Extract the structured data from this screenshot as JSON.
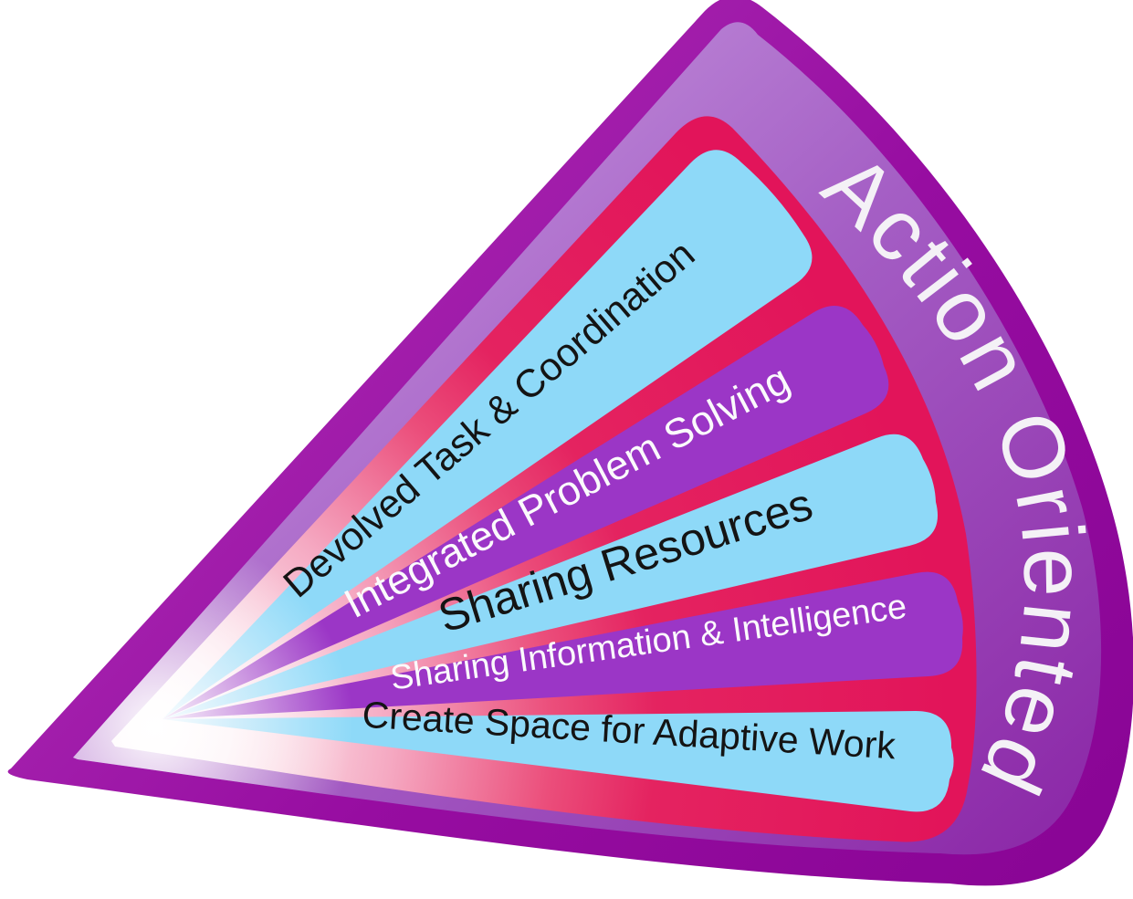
{
  "diagram": {
    "outer_label": "Action Oriented",
    "colors": {
      "border_dark": "#970da1",
      "band_light": "#a55fc5",
      "red_band": "#e2145a",
      "blue_segment": "#8ed9f8",
      "purple_segment": "#9b36c6",
      "outer_label_text": "#f4f1f6",
      "dark_text": "#141414",
      "light_text": "#fbfafc"
    },
    "segments": [
      {
        "label": "Devolved Task & Coordination",
        "color": "#8ed9f8",
        "text_color": "#141414"
      },
      {
        "label": "Integrated Problem Solving",
        "color": "#9b36c6",
        "text_color": "#fbfafc"
      },
      {
        "label": "Sharing Resources",
        "color": "#8ed9f8",
        "text_color": "#141414"
      },
      {
        "label": "Sharing Information & Intelligence",
        "color": "#9b36c6",
        "text_color": "#fbfafc"
      },
      {
        "label": "Create Space for Adaptive Work",
        "color": "#8ed9f8",
        "text_color": "#141414"
      }
    ]
  }
}
